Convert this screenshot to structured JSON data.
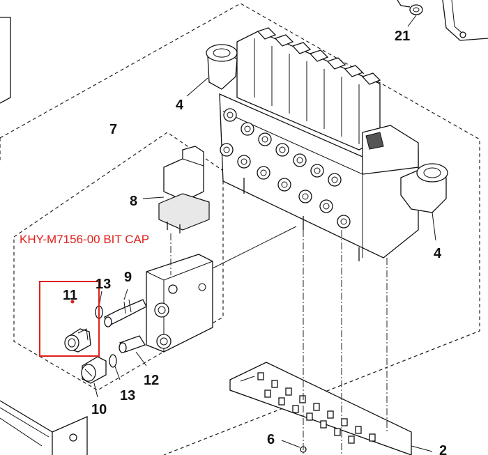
{
  "red_annotation": "KHY-M7156-00 BIT CAP",
  "highlight_color": "#e0201a",
  "callouts": {
    "c21": "21",
    "c4a": "4",
    "c4b": "4",
    "c7": "7",
    "c8": "8",
    "c9": "9",
    "c13a": "13",
    "c11": "11",
    "c12": "12",
    "c13b": "13",
    "c10": "10",
    "c6": "6",
    "c2": "2"
  }
}
